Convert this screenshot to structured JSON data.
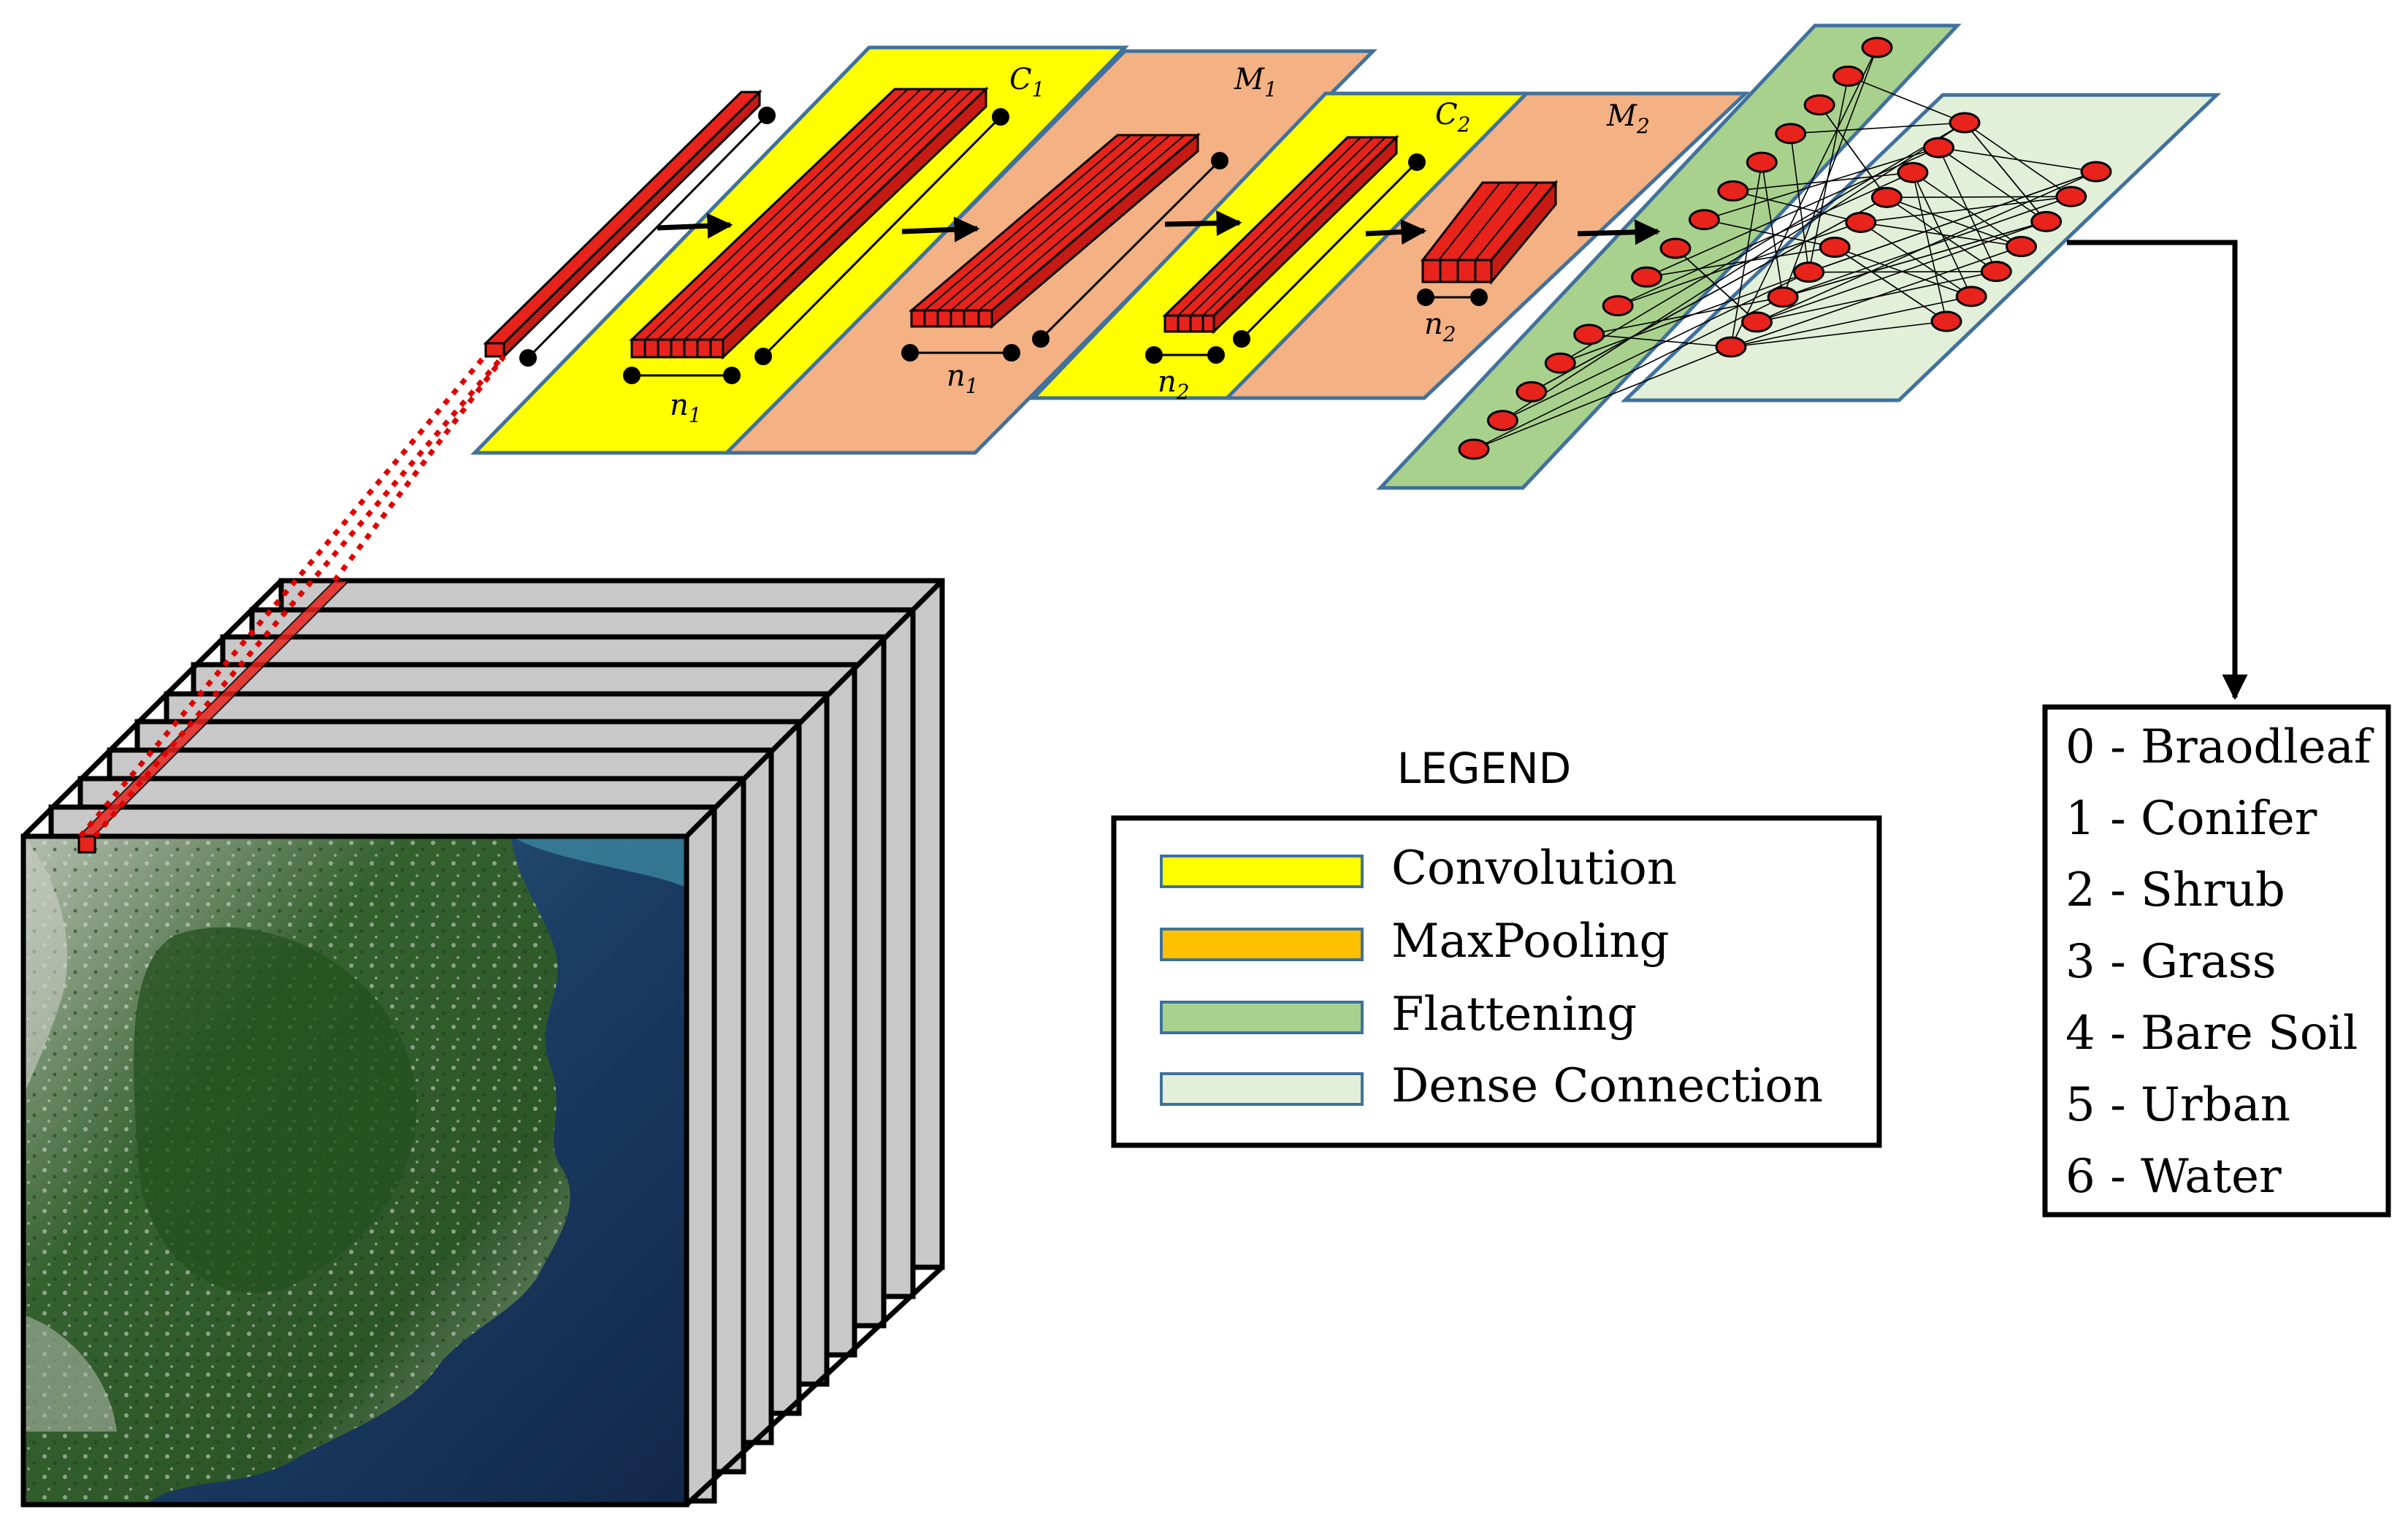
{
  "labels": {
    "c1": "C",
    "c1_sub": "1",
    "m1": "M",
    "m1_sub": "1",
    "c2": "C",
    "c2_sub": "2",
    "m2": "M",
    "m2_sub": "2",
    "n1_a": "n",
    "n1_a_sub": "1",
    "n1_b": "n",
    "n1_b_sub": "1",
    "n2_a": "n",
    "n2_a_sub": "2",
    "n2_b": "n",
    "n2_b_sub": "2"
  },
  "legend": {
    "title": "LEGEND",
    "items": [
      {
        "label": "Convolution",
        "color": "#ffff00"
      },
      {
        "label": "MaxPooling",
        "color": "#ffc000"
      },
      {
        "label": "Flattening",
        "color": "#a9d18e"
      },
      {
        "label": "Dense Connection",
        "color": "#e2f0d9"
      }
    ]
  },
  "classes": [
    "0 - Braodleaf",
    "1 - Conifer",
    "2 - Shrub",
    "3 - Grass",
    "4 - Bare Soil",
    "5 - Urban",
    "6 - Water"
  ],
  "colors": {
    "convolution": "#ffff00",
    "maxpooling_panel": "#f4b183",
    "flattening": "#a9d18e",
    "dense": "#e2f0d9",
    "feature": "#e8231c",
    "cube_gray": "#c8c8c8",
    "border_blue": "#41719c"
  }
}
